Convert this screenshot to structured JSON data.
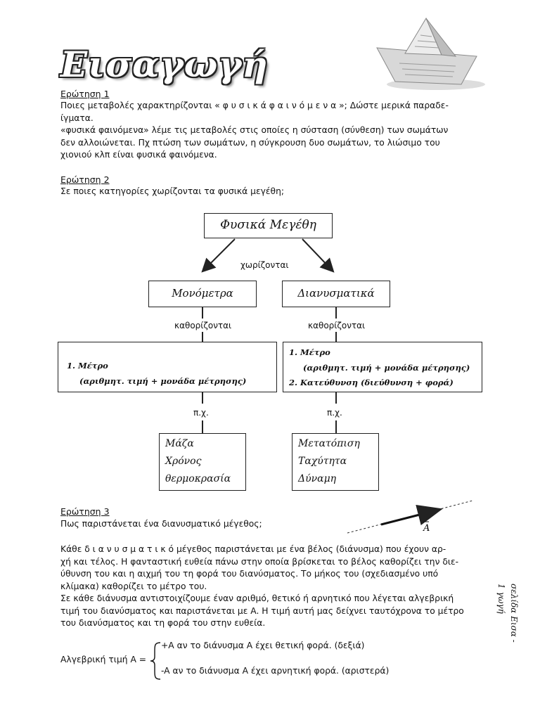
{
  "title": "Εισαγωγή",
  "q1": {
    "heading": "Ερώτηση 1",
    "line1": "Ποιες μεταβολές χαρακτηρίζονται « φ υ σ ι κ ά φ α ι ν ό μ ε ν α »; Δώστε μερικά παραδε-",
    "line2": "ίγματα.",
    "line3": "«φυσικά φαινόμενα» λέμε τις μεταβολές στις οποίες η σύσταση (σύνθεση) των σωμάτων",
    "line4": "δεν αλλοιώνεται. Πχ πτώση των σωμάτων, η σύγκρουση δυο σωμάτων, το λιώσιμο του",
    "line5": "χιονιού κλπ είναι φυσικά φαινόμενα."
  },
  "q2": {
    "heading": "Ερώτηση 2",
    "line1": "Σε ποιες κατηγορίες χωρίζονται τα φυσικά μεγέθη;"
  },
  "diagram": {
    "root": "Φυσικά Μεγέθη",
    "split_label": "χωρίζονται",
    "left_title": "Μονόμετρα",
    "right_title": "Διανυσματικά",
    "left_defined": "καθορίζονται",
    "right_defined": "καθορίζονται",
    "left_props": [
      "1. Μέτρο",
      "(αριθμητ. τιμή + μονάδα μέτρησης)"
    ],
    "right_props": [
      "1. Μέτρο",
      "(αριθμητ. τιμή + μονάδα μέτρησης)",
      "2. Κατεύθυνση (διεύθυνση + φορά)"
    ],
    "left_eg": "π.χ.",
    "right_eg": "π.χ.",
    "left_examples": [
      "Μάζα",
      "Χρόνος",
      "θερμοκρασία"
    ],
    "right_examples": [
      "Μετατόπιση",
      "Ταχύτητα",
      "Δύναμη"
    ]
  },
  "q3": {
    "heading": "Ερώτηση 3",
    "line1": "Πως παριστάνεται ένα διανυσματικό μέγεθος;",
    "vector_label": "A",
    "p1": "Κάθε δ ι α ν υ σ μ α τ ι κ ό μέγεθος παριστάνεται με ένα βέλος (διάνυσμα) που έχουν αρ-",
    "p2": "χή και τέλος. Η φανταστική ευθεία πάνω στην οποία βρίσκεται το βέλος καθορίζει την διε-",
    "p3": "ύθυνση του και η αιχμή του τη φορά του διανύσματος. Το μήκος του (σχεδιασμένο υπό",
    "p4": "κλίμακα) καθορίζει το μέτρο του.",
    "p5": "Σε κάθε διάνυσμα αντιστοιχίζουμε έναν αριθμό, θετικό ή αρνητικό που λέγεται αλγεβρική",
    "p6": "τιμή του διανύσματος και παριστάνεται με A. Η τιμή αυτή μας δείχνει ταυτόχρονα το μέτρο",
    "p7": "του διανύσματος και τη φορά του στην ευθεία.",
    "alg_label": "Αλγεβρική τιμή A =",
    "case_pos": "+A αν το διάνυσμα A έχει θετική φορά. (δεξιά)",
    "case_neg": "-A αν το διάνυσμα A έχει αρνητική φορά. (αριστερά)"
  },
  "sidebar": {
    "line1": "σελίδα Εισα -",
    "line2": "1   γωγή"
  }
}
